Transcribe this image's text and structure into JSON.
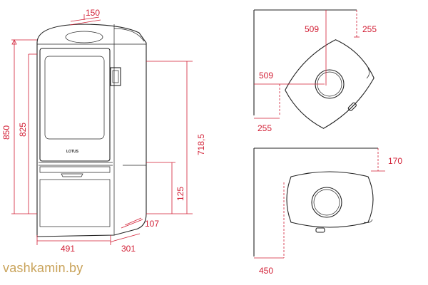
{
  "brand_label": "LOTUS",
  "watermark": "vashkamin.by",
  "front_view": {
    "flue_width": "150",
    "total_height": "850",
    "body_height": "825",
    "door_top_height": "718,5",
    "outlet_height": "125",
    "foot_depth": "107",
    "width": "491",
    "depth": "301"
  },
  "top_view_corner": {
    "side_clearance": "509",
    "back_offset": "255",
    "front_clearance": "509",
    "bottom_offset": "255"
  },
  "top_view_wall": {
    "back_clearance": "170",
    "side_clearance": "450"
  },
  "colors": {
    "dimension": "#d21f35",
    "outline": "#222222",
    "watermark": "#c9a35a"
  }
}
